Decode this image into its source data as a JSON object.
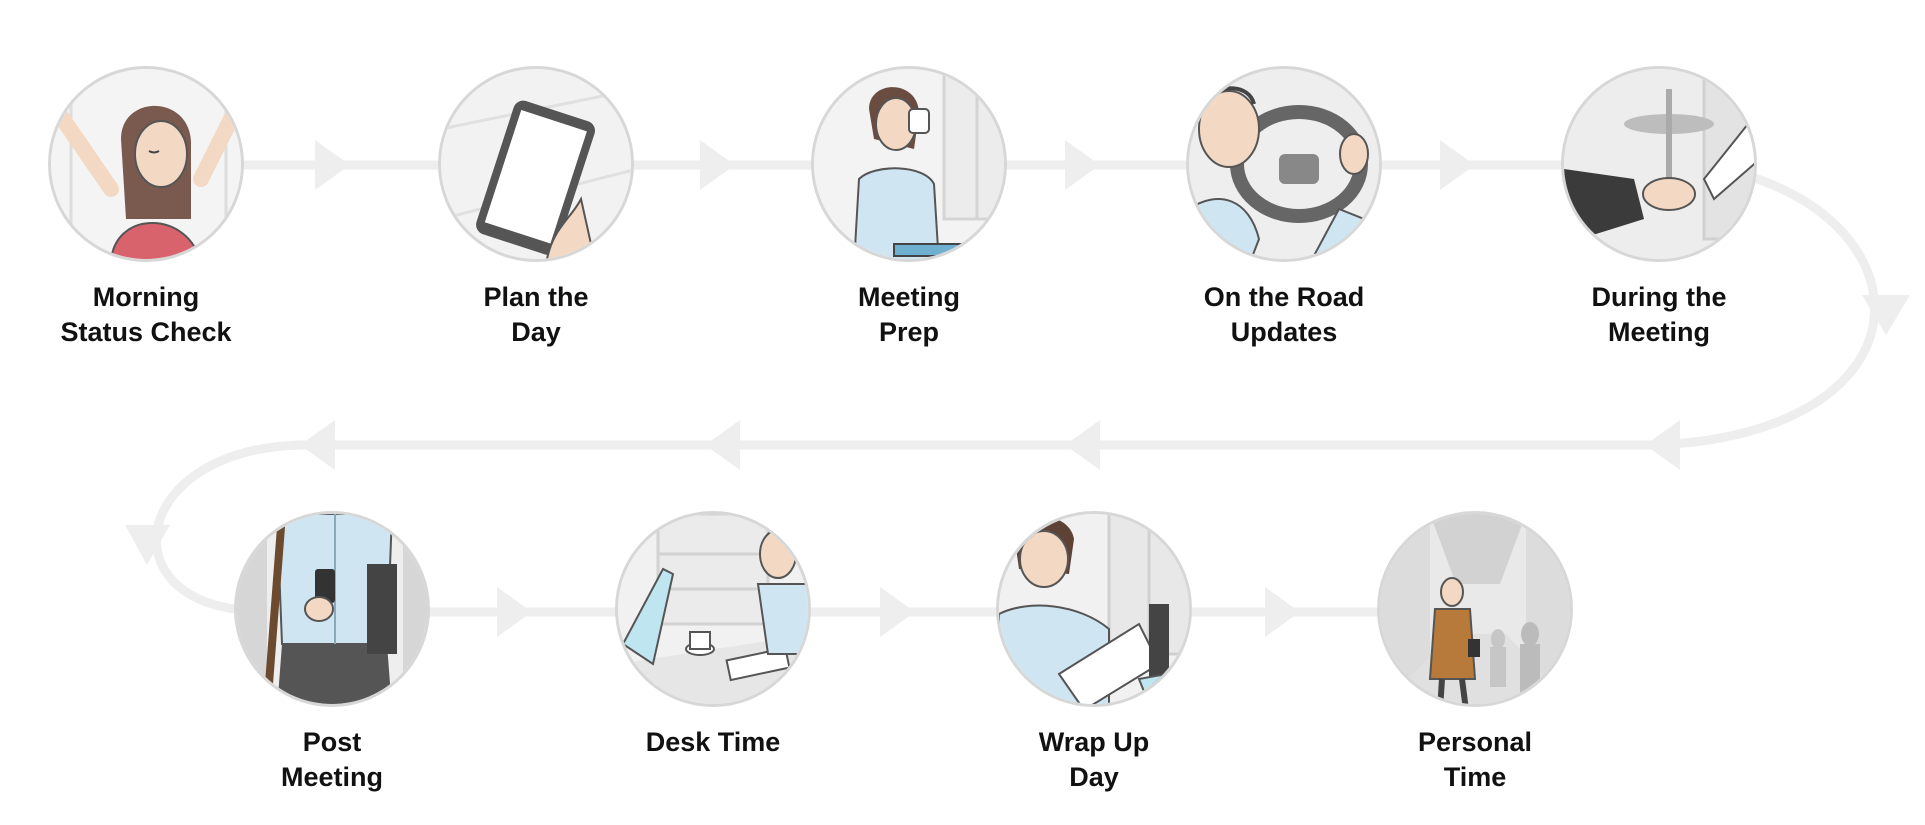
{
  "steps": [
    {
      "id": "morning",
      "line1": "Morning",
      "line2": "Status Check",
      "icon": "stretching-woman-icon"
    },
    {
      "id": "plan",
      "line1": "Plan the",
      "line2": "Day",
      "icon": "tablet-in-hand-icon"
    },
    {
      "id": "prep",
      "line1": "Meeting",
      "line2": "Prep",
      "icon": "woman-with-coffee-icon"
    },
    {
      "id": "road",
      "line1": "On the Road",
      "line2": "Updates",
      "icon": "steering-wheel-icon"
    },
    {
      "id": "during",
      "line1": "During the",
      "line2": "Meeting",
      "icon": "handshake-icon"
    },
    {
      "id": "post",
      "line1": "Post",
      "line2": "Meeting",
      "icon": "phone-in-hand-icon"
    },
    {
      "id": "desk",
      "line1": "Desk Time",
      "line2": "",
      "icon": "desk-computer-icon"
    },
    {
      "id": "wrap",
      "line1": "Wrap Up",
      "line2": "Day",
      "icon": "reading-paper-icon"
    },
    {
      "id": "personal",
      "line1": "Personal",
      "line2": "Time",
      "icon": "walking-woman-icon"
    }
  ],
  "colors": {
    "connector": "#eeeeee",
    "circle_border": "#d7d7d7",
    "skin": "#f3d9c4",
    "shirt": "#cfe6f2",
    "red_top": "#d9636d",
    "coat": "#b87a3a",
    "dark": "#444444",
    "text": "#111111"
  }
}
